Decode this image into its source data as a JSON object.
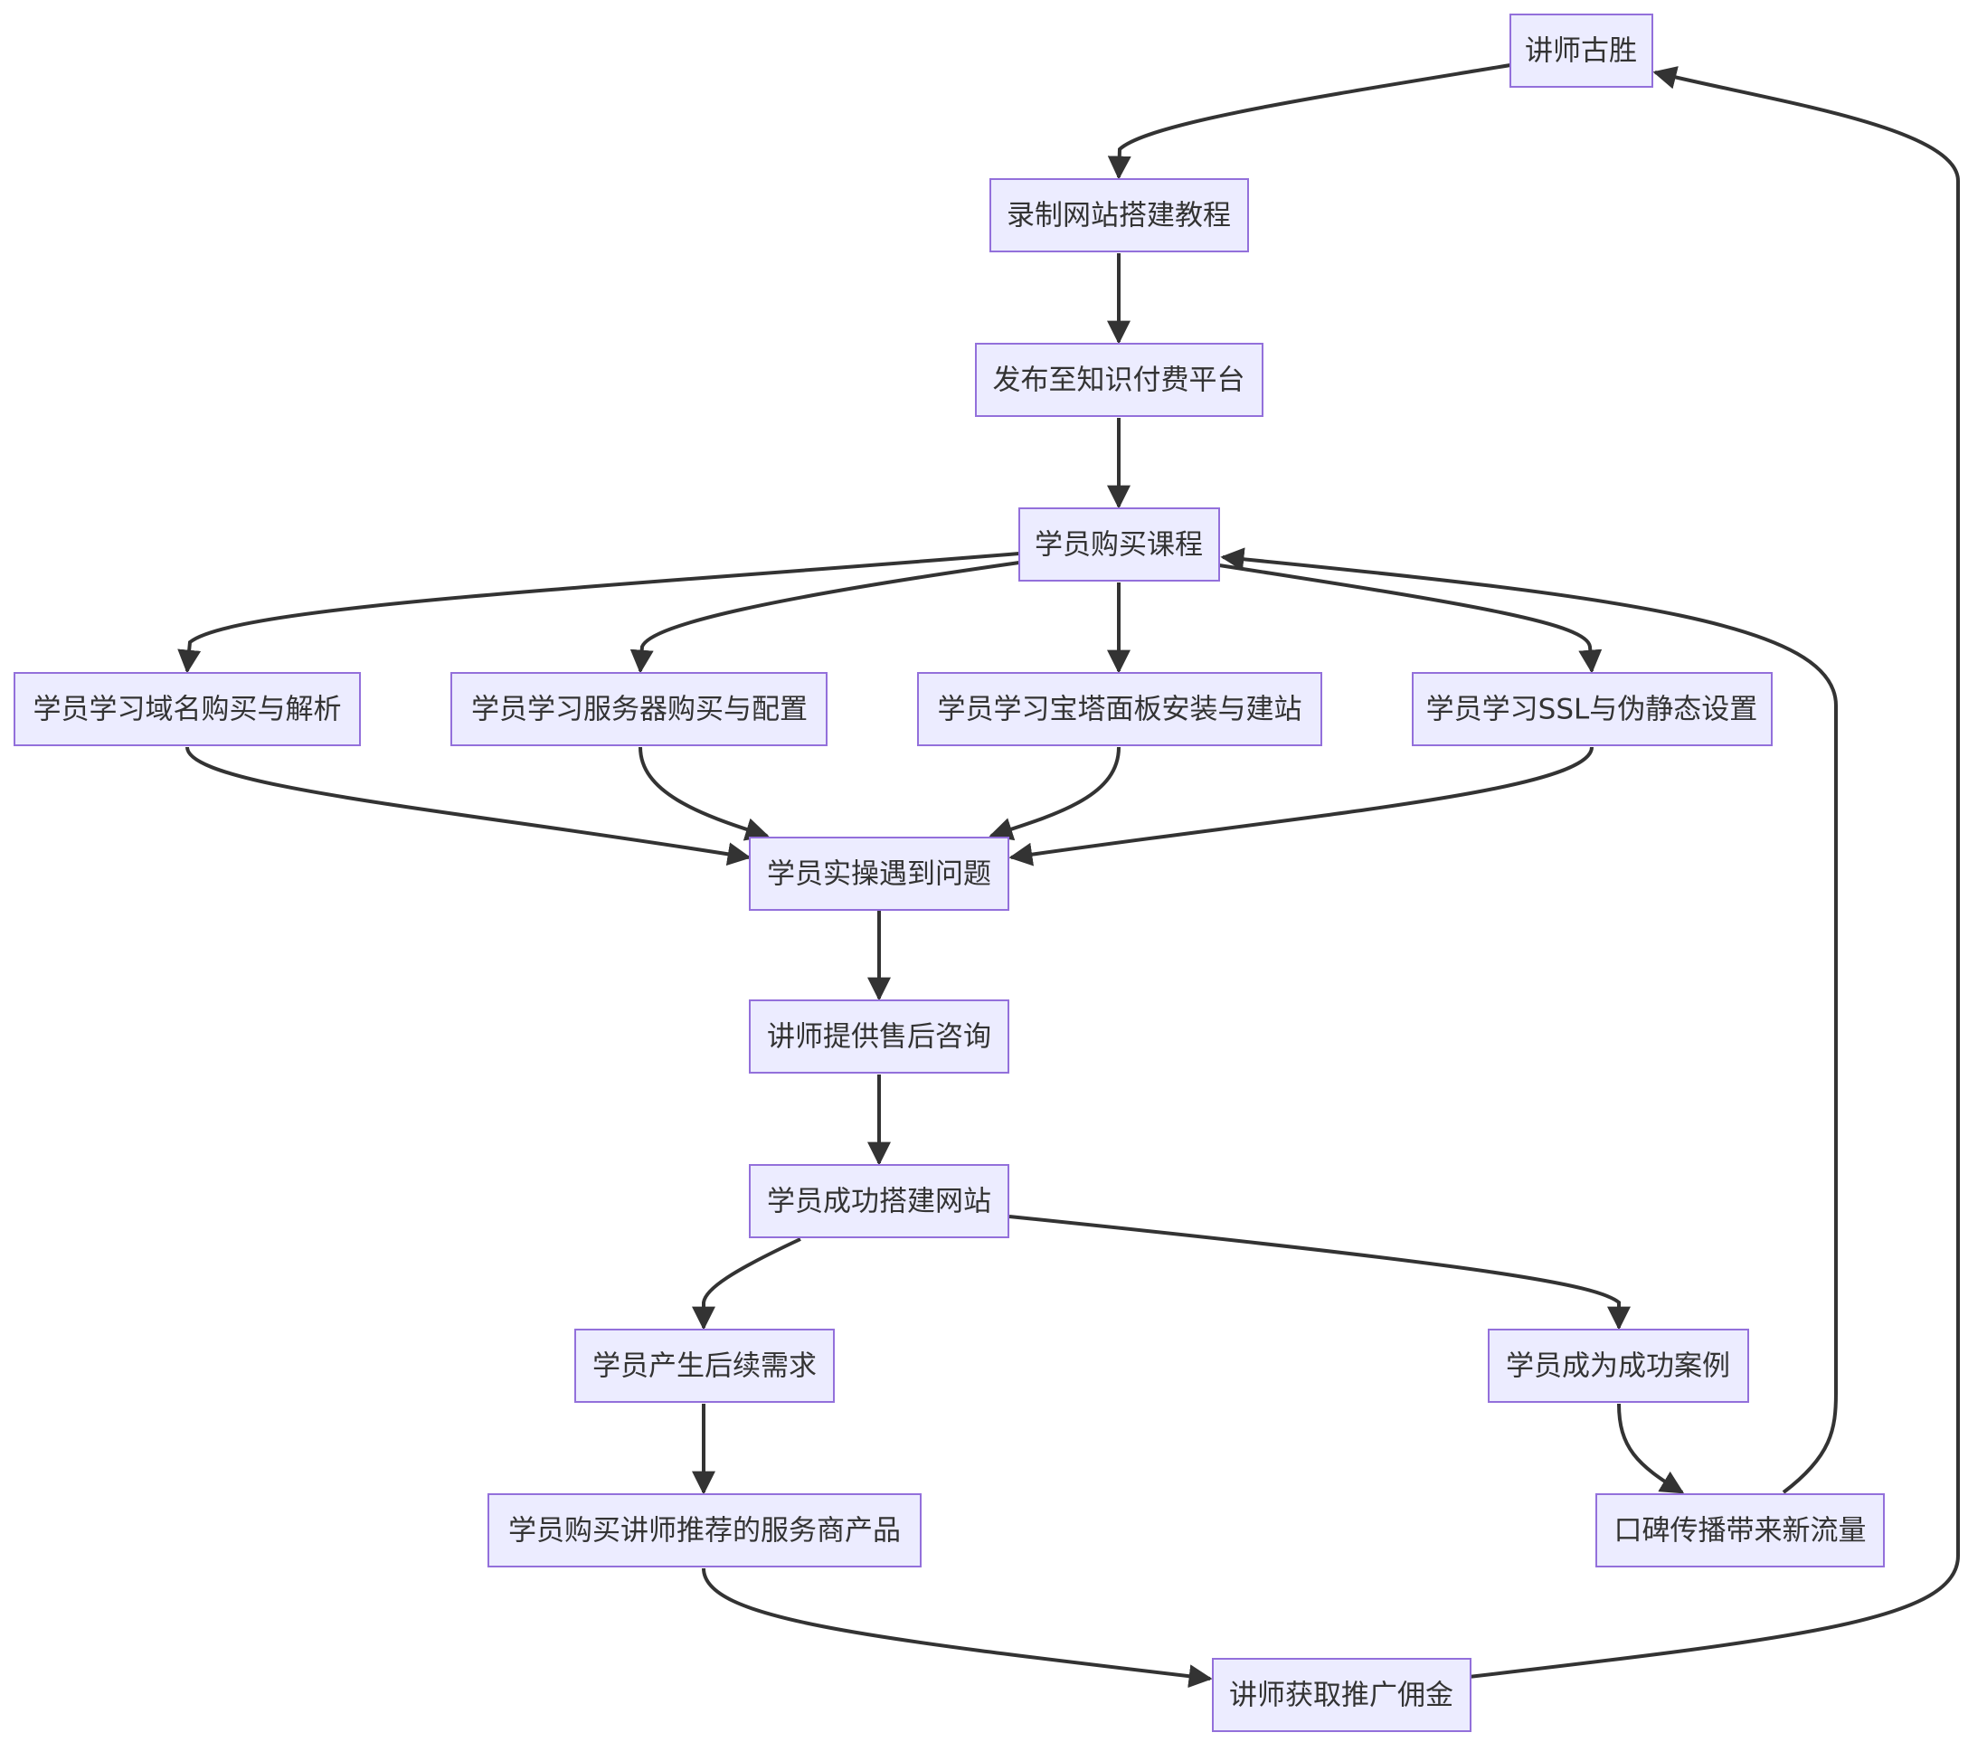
{
  "diagram": {
    "nodes": [
      {
        "id": "n1",
        "label": "讲师古胜"
      },
      {
        "id": "n2",
        "label": "录制网站搭建教程"
      },
      {
        "id": "n3",
        "label": "发布至知识付费平台"
      },
      {
        "id": "n4",
        "label": "学员购买课程"
      },
      {
        "id": "n5",
        "label": "学员学习域名购买与解析"
      },
      {
        "id": "n6",
        "label": "学员学习服务器购买与配置"
      },
      {
        "id": "n7",
        "label": "学员学习宝塔面板安装与建站"
      },
      {
        "id": "n8",
        "label": "学员学习SSL与伪静态设置"
      },
      {
        "id": "n9",
        "label": "学员实操遇到问题"
      },
      {
        "id": "n10",
        "label": "讲师提供售后咨询"
      },
      {
        "id": "n11",
        "label": "学员成功搭建网站"
      },
      {
        "id": "n12",
        "label": "学员产生后续需求"
      },
      {
        "id": "n13",
        "label": "学员成为成功案例"
      },
      {
        "id": "n14",
        "label": "学员购买讲师推荐的服务商产品"
      },
      {
        "id": "n15",
        "label": "口碑传播带来新流量"
      },
      {
        "id": "n16",
        "label": "讲师获取推广佣金"
      }
    ],
    "edges": [
      {
        "from": "n1",
        "to": "n2"
      },
      {
        "from": "n2",
        "to": "n3"
      },
      {
        "from": "n3",
        "to": "n4"
      },
      {
        "from": "n4",
        "to": "n5"
      },
      {
        "from": "n4",
        "to": "n6"
      },
      {
        "from": "n4",
        "to": "n7"
      },
      {
        "from": "n4",
        "to": "n8"
      },
      {
        "from": "n5",
        "to": "n9"
      },
      {
        "from": "n6",
        "to": "n9"
      },
      {
        "from": "n7",
        "to": "n9"
      },
      {
        "from": "n8",
        "to": "n9"
      },
      {
        "from": "n9",
        "to": "n10"
      },
      {
        "from": "n10",
        "to": "n11"
      },
      {
        "from": "n11",
        "to": "n12"
      },
      {
        "from": "n11",
        "to": "n13"
      },
      {
        "from": "n12",
        "to": "n14"
      },
      {
        "from": "n13",
        "to": "n15"
      },
      {
        "from": "n14",
        "to": "n16"
      },
      {
        "from": "n15",
        "to": "n4"
      },
      {
        "from": "n16",
        "to": "n1"
      }
    ]
  }
}
